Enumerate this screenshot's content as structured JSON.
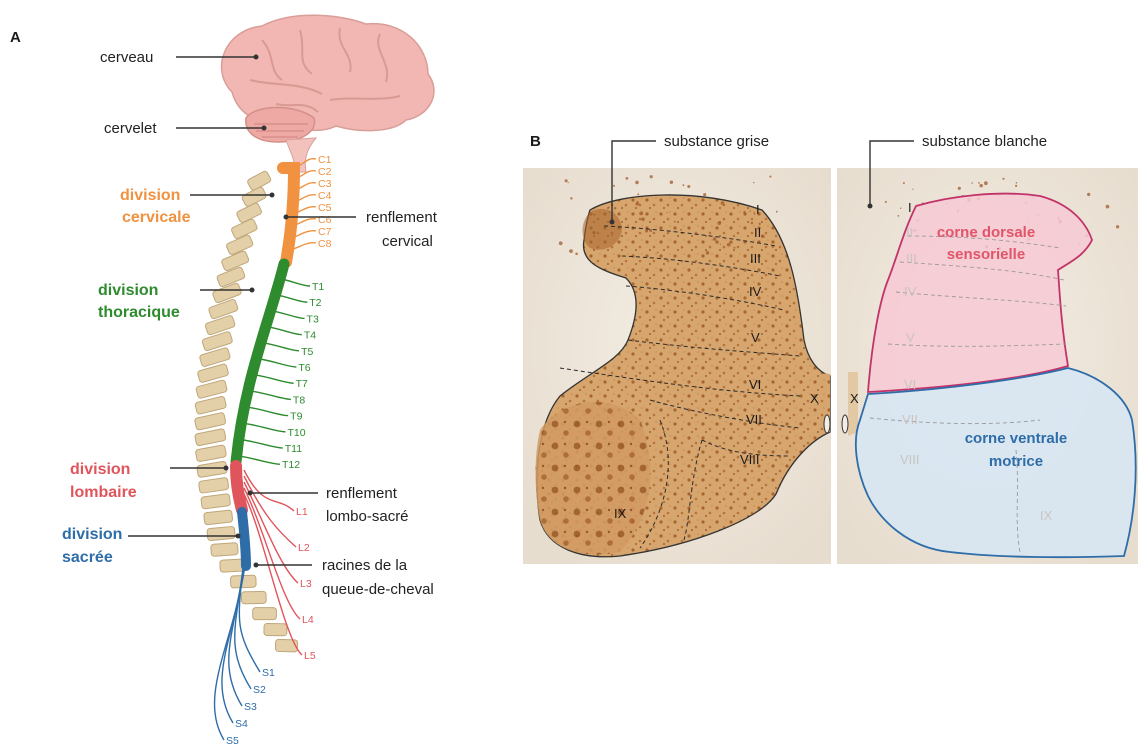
{
  "panel_a": {
    "letter": "A",
    "labels": {
      "brain": "cerveau",
      "cerebellum": "cervelet",
      "cervical_enlargement": [
        "renflement",
        "cervical"
      ],
      "lumbosacral_enlargement": [
        "renflement",
        "lombo-sacré"
      ],
      "cauda_equina": [
        "racines de la",
        "queue-de-cheval"
      ]
    },
    "divisions": [
      {
        "lines": [
          "division",
          "cervicale"
        ],
        "color": "#f0923f"
      },
      {
        "lines": [
          "division",
          "thoracique"
        ],
        "color": "#2e8b2e"
      },
      {
        "lines": [
          "division",
          "lombaire"
        ],
        "color": "#e0555c"
      },
      {
        "lines": [
          "division",
          "sacrée"
        ],
        "color": "#2e6da8"
      }
    ],
    "cervical_levels": [
      "C1",
      "C2",
      "C3",
      "C4",
      "C5",
      "C6",
      "C7",
      "C8"
    ],
    "thoracic_levels": [
      "T1",
      "T2",
      "T3",
      "T4",
      "T5",
      "T6",
      "T7",
      "T8",
      "T9",
      "T10",
      "T11",
      "T12"
    ],
    "lumbar_levels": [
      "L1",
      "L2",
      "L3",
      "L4",
      "L5"
    ],
    "sacral_levels": [
      "S1",
      "S2",
      "S3",
      "S4",
      "S5"
    ]
  },
  "panel_b": {
    "letter": "B",
    "labels": {
      "grey_matter": "substance grise",
      "white_matter": "substance blanche",
      "dorsal_horn": [
        "corne dorsale",
        "sensorielle"
      ],
      "ventral_horn": [
        "corne ventrale",
        "motrice"
      ]
    },
    "laminae": [
      "I",
      "II",
      "III",
      "IV",
      "V",
      "VI",
      "VII",
      "VIII",
      "IX",
      "X"
    ],
    "colors": {
      "dorsal": "#e0556a",
      "ventral": "#2e6da8"
    }
  }
}
